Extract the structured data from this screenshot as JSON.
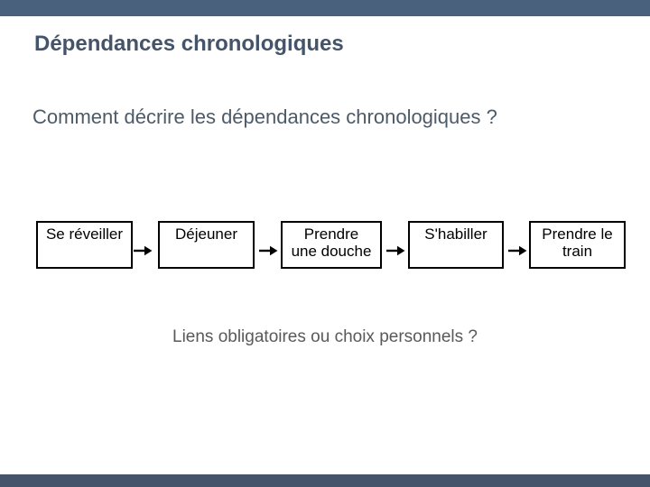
{
  "slide": {
    "title": "Dépendances chronologiques",
    "subtitle": "Comment décrire les dépendances chronologiques ?",
    "question": "Liens obligatoires ou choix personnels ?"
  },
  "flow": {
    "connector_icon": "arrow-right",
    "steps": [
      {
        "lines": [
          "Se réveiller"
        ]
      },
      {
        "lines": [
          "Déjeuner"
        ]
      },
      {
        "lines": [
          "Prendre",
          "une douche"
        ]
      },
      {
        "lines": [
          "S'habiller"
        ]
      },
      {
        "lines": [
          "Prendre le",
          "train"
        ]
      }
    ]
  },
  "colors": {
    "top_bar": "#4a617e",
    "bottom_bar": "#46546b",
    "title_text": "#44546a",
    "subtitle_text": "#4d5a68",
    "question_text": "#595959",
    "box_border": "#000000",
    "box_background": "#ffffff",
    "slide_background": "#ffffff"
  }
}
